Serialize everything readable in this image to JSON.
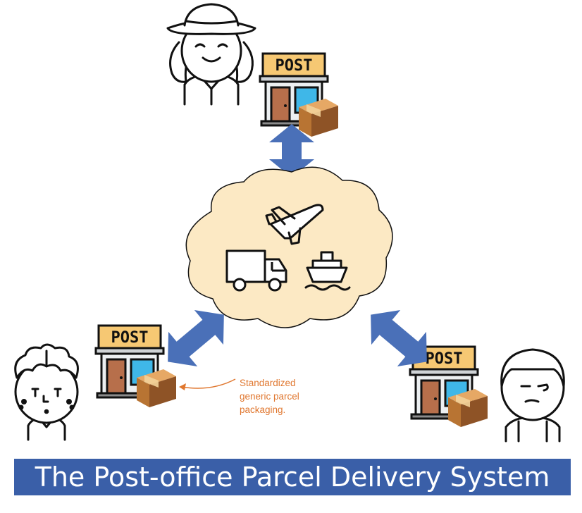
{
  "post_sign": "POST",
  "annotation": {
    "lines": [
      "Standardized",
      "generic parcel",
      "packaging."
    ]
  },
  "title": "The Post-office Parcel Delivery System",
  "colors": {
    "arrow": "#4a70b8",
    "cloud_fill": "#fce9c4",
    "sign_fill": "#f6c873",
    "door": "#b76f4b",
    "window": "#3fb7e8",
    "box_light": "#d8954f",
    "box_dark": "#8e5326",
    "annotation": "#e0772f",
    "title_bar": "#3a5fa8",
    "title_text": "#ffffff"
  },
  "icons": [
    "woman-with-hat-icon",
    "man-with-curly-hair-icon",
    "man-with-bowl-cut-icon",
    "post-office-icon",
    "parcel-box-icon",
    "airplane-icon",
    "truck-icon",
    "ship-icon",
    "double-arrow-icon"
  ]
}
